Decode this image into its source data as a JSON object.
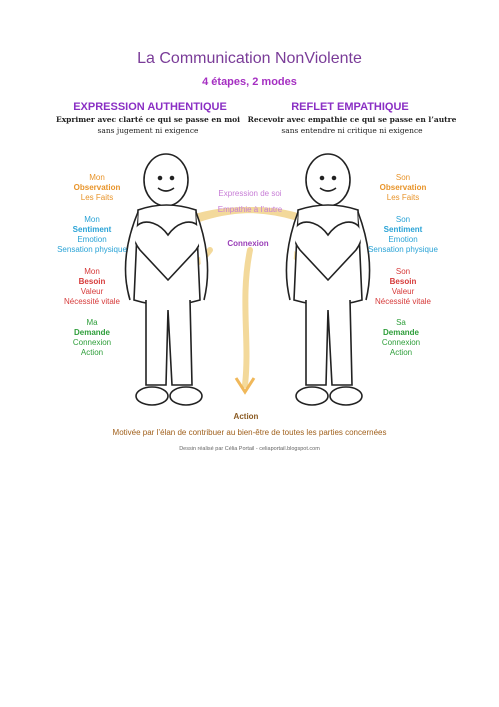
{
  "header": {
    "title": "La Communication NonViolente",
    "subtitle": "4 étapes, 2 modes"
  },
  "left": {
    "title": "EXPRESSION AUTHENTIQUE",
    "sub1": "Exprimer avec clarté ce qui se passe en moi",
    "sub2": "sans jugement ni exigence",
    "observation": {
      "pre": "Mon",
      "key": "Observation",
      "post": "Les Faits"
    },
    "sentiment": {
      "pre": "Mon",
      "key": "Sentiment",
      "post1": "Emotion",
      "post2": "Sensation physique"
    },
    "besoin": {
      "pre": "Mon",
      "key": "Besoin",
      "post1": "Valeur",
      "post2": "Nécessité vitale"
    },
    "demande": {
      "pre": "Ma",
      "key": "Demande",
      "post1": "Connexion",
      "post2": "Action"
    }
  },
  "right": {
    "title": "REFLET EMPATHIQUE",
    "sub1": "Recevoir avec empathie ce qui se passe en l’autre",
    "sub2": "sans entendre ni critique ni exigence",
    "observation": {
      "pre": "Son",
      "key": "Observation",
      "post": "Les Faits"
    },
    "sentiment": {
      "pre": "Son",
      "key": "Sentiment",
      "post1": "Emotion",
      "post2": "Sensation physique"
    },
    "besoin": {
      "pre": "Son",
      "key": "Besoin",
      "post1": "Valeur",
      "post2": "Nécessité vitale"
    },
    "demande": {
      "pre": "Sa",
      "key": "Demande",
      "post1": "Connexion",
      "post2": "Action"
    }
  },
  "center": {
    "expression": "Expression de soi",
    "empathie": "Empathie à l’autre",
    "connexion": "Connexion",
    "action": "Action"
  },
  "footer": {
    "motive": "Motivée par l’élan de contribuer au bien-être de toutes les parties concernées",
    "credit": "Dessin réalisé par Célia Portail - celiaportail.blogspot.com"
  },
  "colors": {
    "observation": "#e8942a",
    "sentiment": "#2aa3d6",
    "besoin": "#d63a3a",
    "demande": "#2e9e3a",
    "title": "#8a2fc4",
    "flow": "#f2d38a"
  }
}
